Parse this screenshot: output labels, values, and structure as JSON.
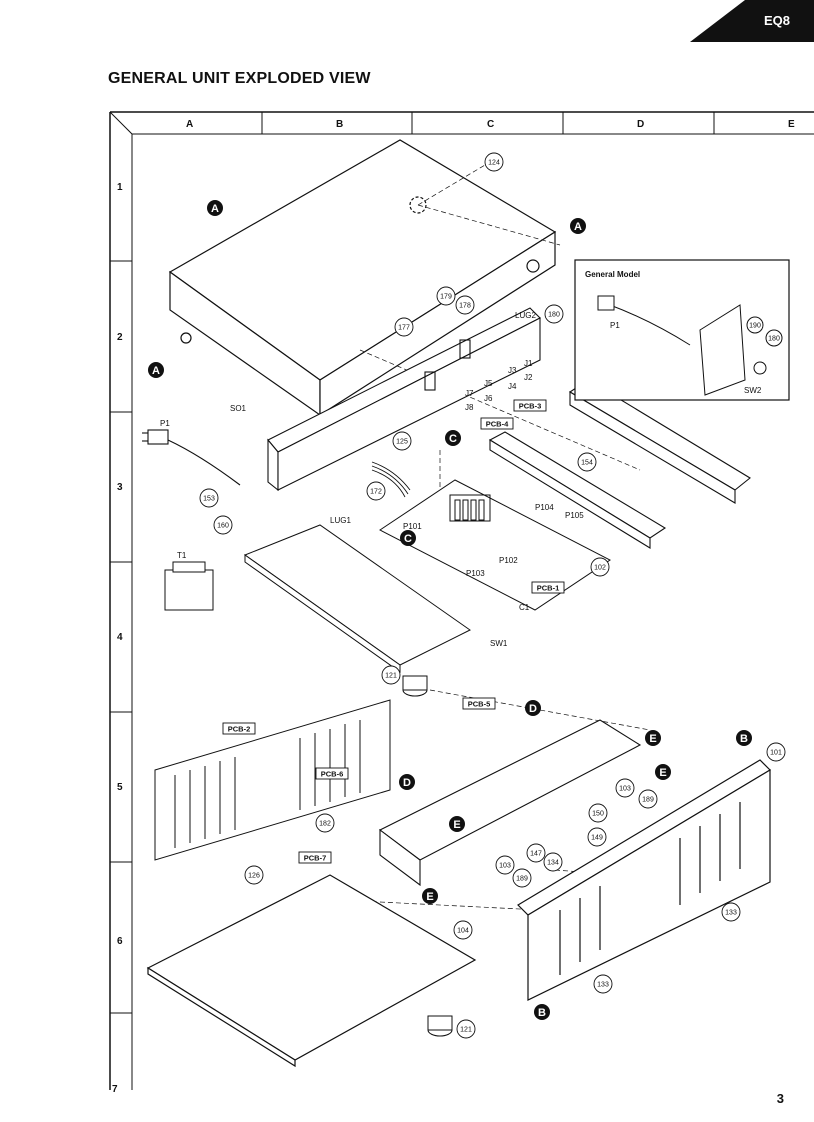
{
  "badge": {
    "text": "EQ8"
  },
  "title": "GENERAL UNIT EXPLODED VIEW",
  "page_number": "3",
  "grid": {
    "columns": [
      "A",
      "B",
      "C",
      "D",
      "E"
    ],
    "rows": [
      "1",
      "2",
      "3",
      "4",
      "5",
      "6",
      "7"
    ]
  },
  "inset": {
    "title": "General Model",
    "labels": {
      "p1": "P1",
      "sw2": "SW2",
      "c190": "190",
      "c180": "180"
    }
  },
  "markers": {
    "a": "A",
    "b": "B",
    "c": "C",
    "d": "D",
    "e": "E"
  },
  "callouts": {
    "c124": "124",
    "c177": "177",
    "c178": "178",
    "c179": "179",
    "c180": "180",
    "c125": "125",
    "c172": "172",
    "c153": "153",
    "c160": "160",
    "c154": "154",
    "c102": "102",
    "c121": "121",
    "c101": "101",
    "c103": "103",
    "c189": "189",
    "c150": "150",
    "c149": "149",
    "c147": "147",
    "c134": "134",
    "c133": "133",
    "c182": "182",
    "c126": "126",
    "c104": "104"
  },
  "labels": {
    "lug2": "LUG2",
    "so1": "SO1",
    "p1": "P1",
    "t1": "T1",
    "lug1": "LUG1",
    "p101": "P101",
    "p102": "P102",
    "p103": "P103",
    "p104": "P104",
    "p105": "P105",
    "c1": "C1",
    "sw1": "SW1",
    "j1": "J1",
    "j2": "J2",
    "j3": "J3",
    "j4": "J4",
    "j5": "J5",
    "j6": "J6",
    "j7": "J7",
    "j8": "J8"
  },
  "pcb_tags": {
    "pcb1": "PCB-1",
    "pcb2": "PCB-2",
    "pcb3": "PCB-3",
    "pcb4": "PCB-4",
    "pcb5": "PCB-5",
    "pcb6": "PCB-6",
    "pcb7": "PCB-7"
  }
}
